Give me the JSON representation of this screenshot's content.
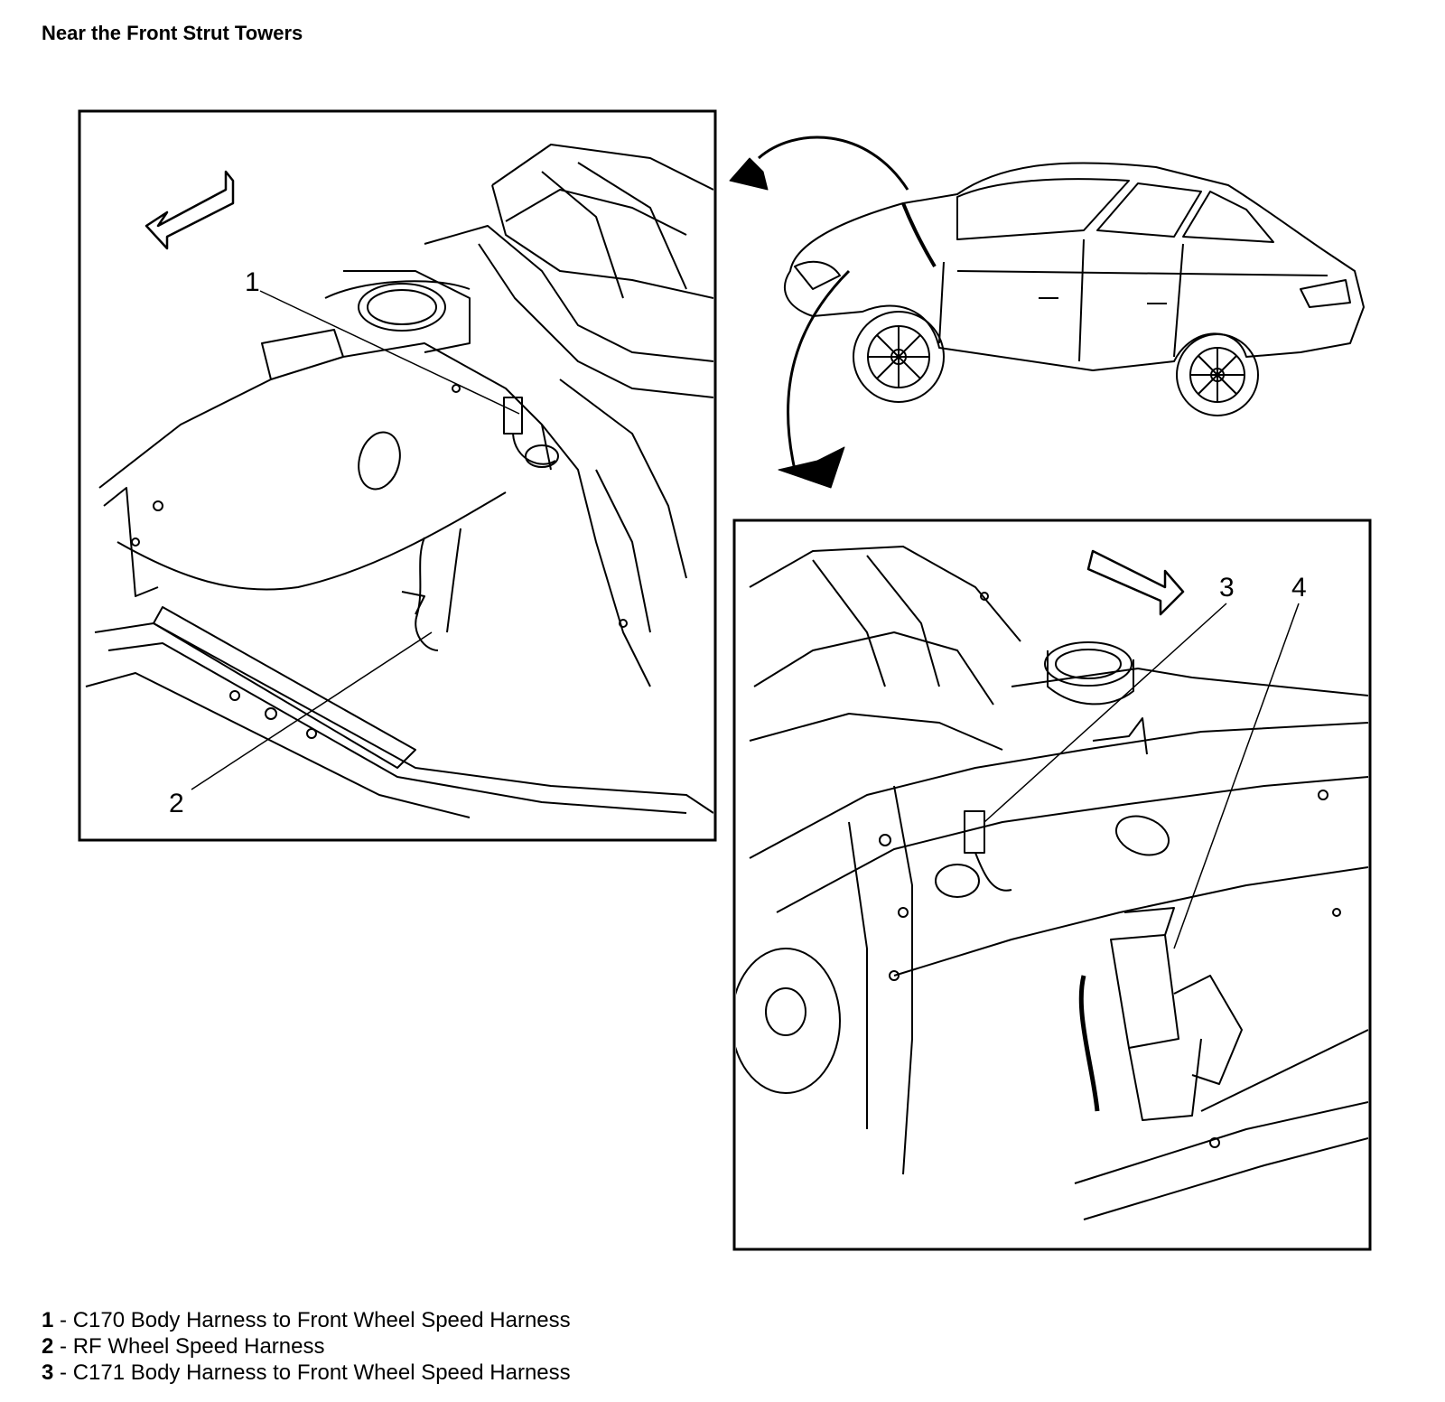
{
  "page": {
    "title": "Near the Front Strut Towers"
  },
  "callouts": {
    "c1": "1",
    "c2": "2",
    "c3": "3",
    "c4": "4"
  },
  "legend": [
    {
      "num": "1",
      "sep": " - ",
      "text": "C170 Body Harness to Front Wheel Speed Harness"
    },
    {
      "num": "2",
      "sep": " - ",
      "text": "RF Wheel Speed Harness"
    },
    {
      "num": "3",
      "sep": " - ",
      "text": "C171 Body Harness to Front Wheel Speed Harness"
    }
  ],
  "colors": {
    "ink": "#000000",
    "paper": "#ffffff"
  },
  "icons": [
    "direction-arrow-icon",
    "curved-arrow-icon"
  ]
}
